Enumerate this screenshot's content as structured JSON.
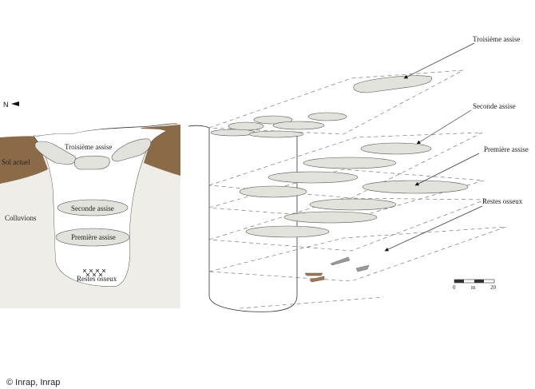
{
  "north_label": "N",
  "section": {
    "labels": {
      "sol_actuel": "Sol actuel",
      "colluvions": "Colluvions",
      "troisieme": "Troisième assise",
      "seconde": "Seconde assise",
      "premiere": "Première assise",
      "restes": "Restes osseux"
    },
    "colors": {
      "soil": "#8b6a47",
      "colluvium": "#eeede8",
      "stone": "#e2e2dd"
    }
  },
  "perspective": {
    "labels": {
      "troisieme": "Troisième assise",
      "seconde": "Seconde assise",
      "premiere": "Première assise",
      "restes": "Restes osseux"
    },
    "bone_colors": [
      "#9a9a9a",
      "#a07850"
    ]
  },
  "scale": {
    "start": "0",
    "unit": "m",
    "end": "20"
  },
  "credit": "© Inrap, Inrap"
}
